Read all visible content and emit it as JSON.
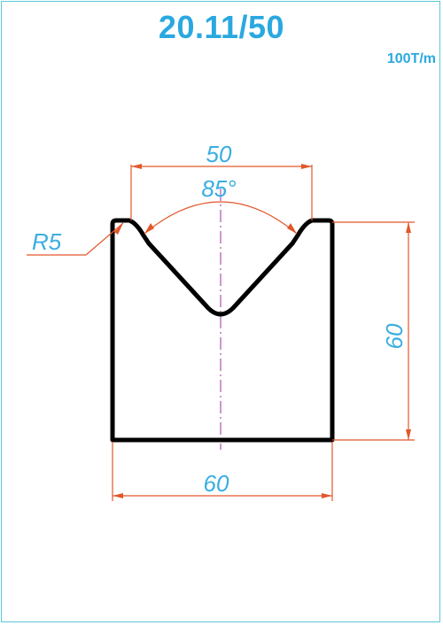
{
  "title": "20.11/50",
  "capacity": "100T/m",
  "dimensions": {
    "top_opening": "50",
    "angle": "85°",
    "radius": "R5",
    "height": "60",
    "base_width": "60"
  },
  "colors": {
    "title": "#2aa8e0",
    "dimension_line": "#e2572a",
    "dimension_text": "#3aaee0",
    "profile": "#000000",
    "centerline": "#b050b0",
    "frame": "#5bc8d8"
  }
}
